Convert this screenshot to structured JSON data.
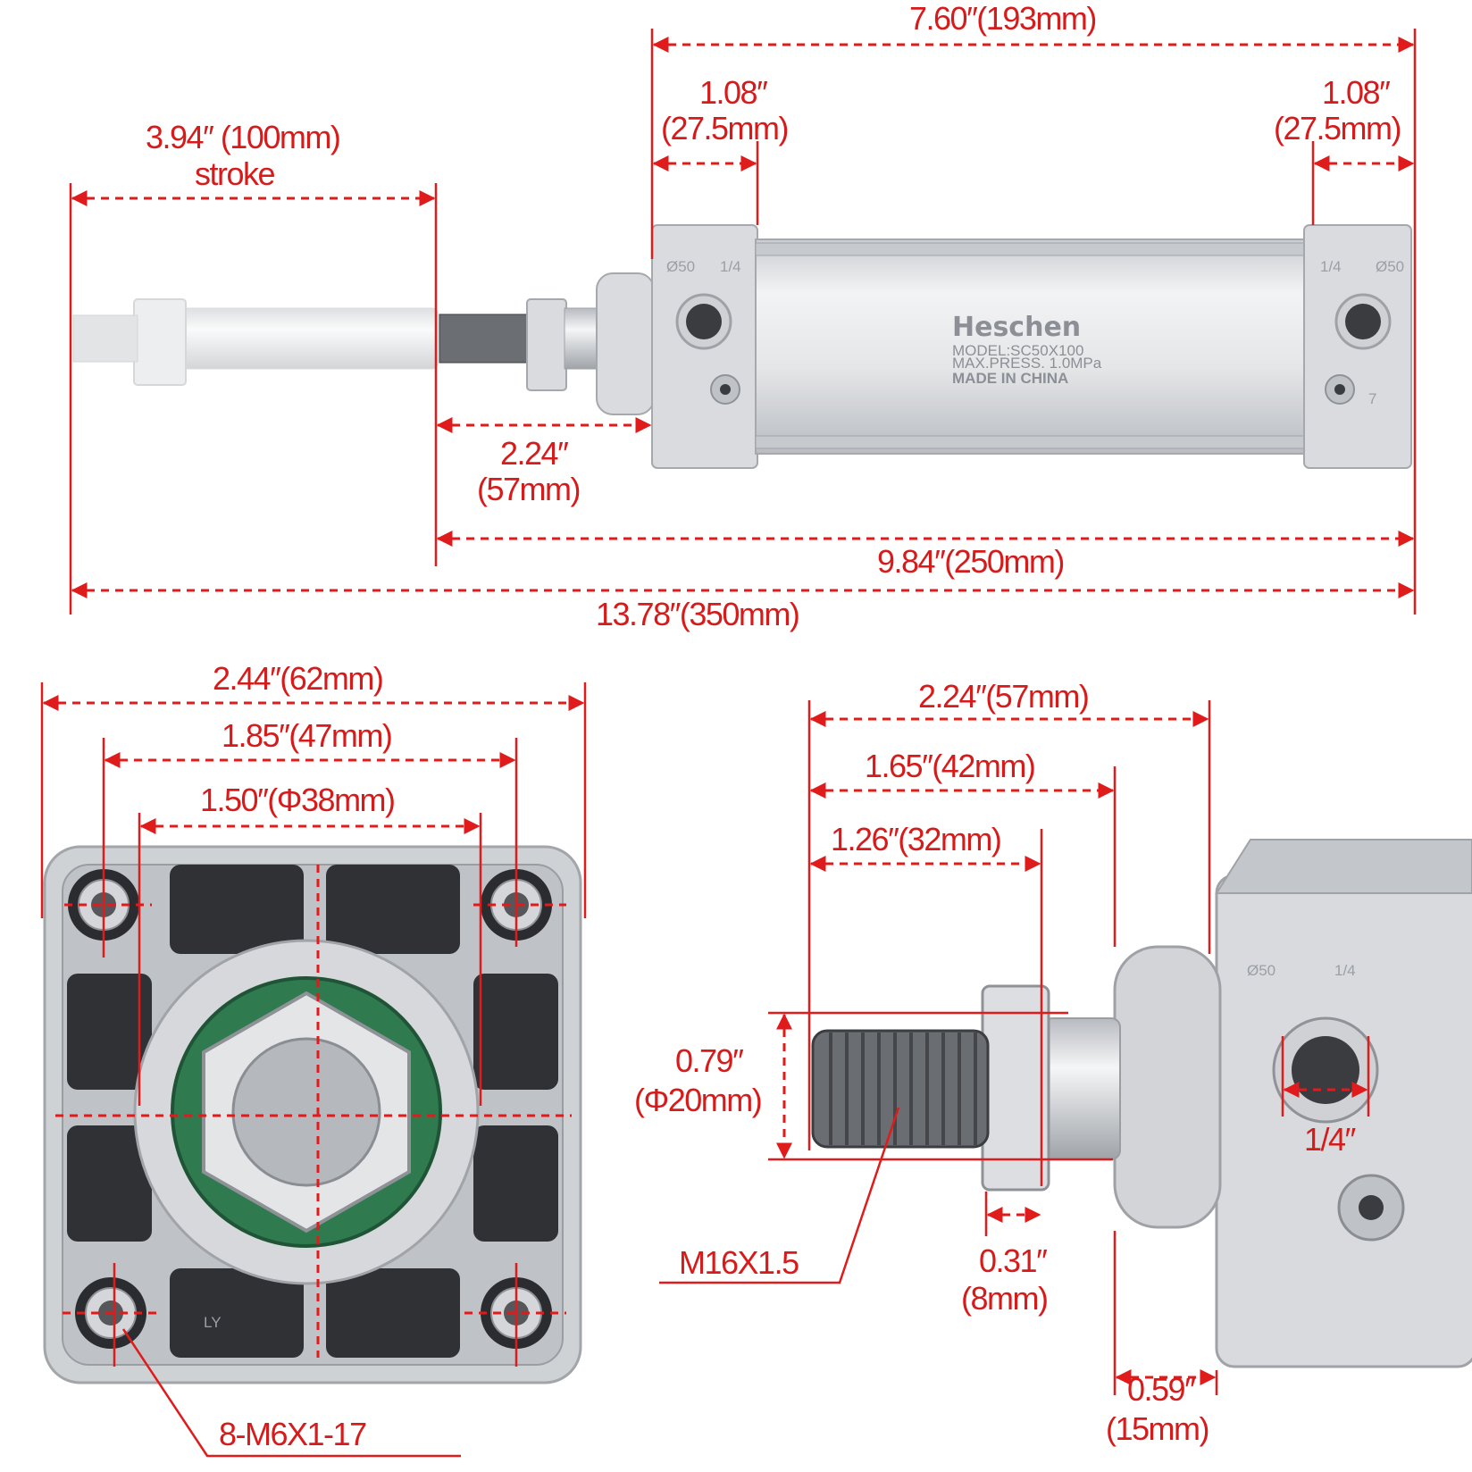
{
  "product": {
    "brand": "Heschen",
    "model": "MODEL:SC50X100",
    "max_press": "MAX.PRESS.   1.0MPa",
    "made_in": "MADE IN CHINA",
    "stamp_bore": "Ø50",
    "stamp_port": "1/4",
    "stamp_mark": "7",
    "bottom_mark": "LY"
  },
  "colors": {
    "dimension": "#e01b1b",
    "metal": "#d9dbde",
    "background": "#ffffff"
  },
  "side_view": {
    "overall_length": "7.60″(193mm)",
    "front_cover_line1": "1.08″",
    "front_cover_line2": "(27.5mm)",
    "rear_cover_line1": "1.08″",
    "rear_cover_line2": "(27.5mm)",
    "stroke_line1": "3.94″ (100mm)",
    "stroke_line2": "stroke",
    "rod_extension_line1": "2.24″",
    "rod_extension_line2": "(57mm)",
    "retracted_length": "9.84″(250mm)",
    "extended_length": "13.78″(350mm)"
  },
  "front_view": {
    "width": "2.44″(62mm)",
    "bolt_spacing": "1.85″(47mm)",
    "bore": "1.50″(Φ38mm)",
    "screw_spec": "8-M6X1-17"
  },
  "rod_detail": {
    "rod_length": "2.24″(57mm)",
    "length_to_boss": "1.65″(42mm)",
    "thread_length": "1.26″(32mm)",
    "rod_diameter_line1": "0.79″",
    "rod_diameter_line2": "(Φ20mm)",
    "thread_spec": "M16X1.5",
    "nut_line1": "0.31″",
    "nut_line2": "(8mm)",
    "boss_line1": "0.59″",
    "boss_line2": "(15mm)",
    "port_size": "1/4″"
  }
}
